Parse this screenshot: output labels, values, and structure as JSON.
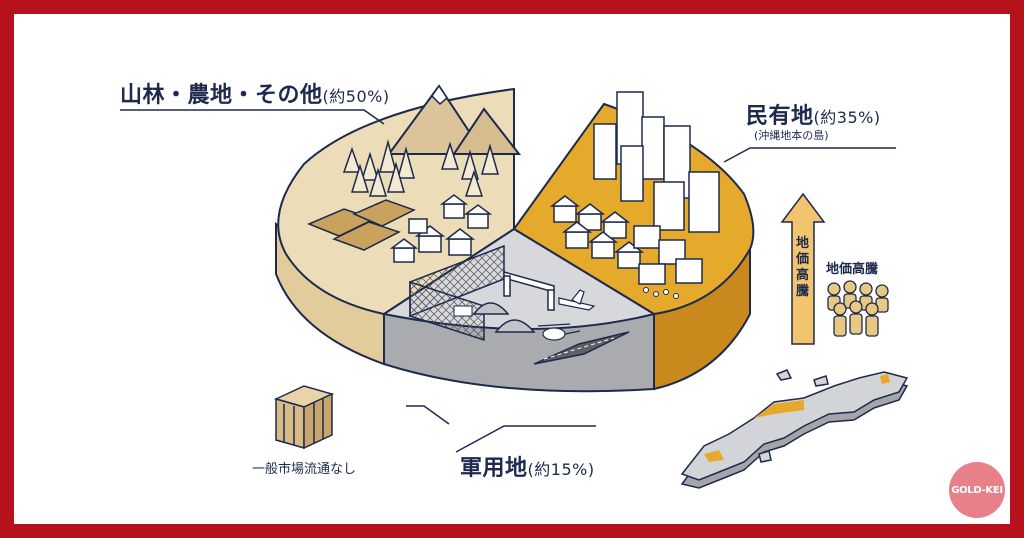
{
  "labels": {
    "forest": {
      "main": "山林・農地・その他",
      "pct": "(約50%)"
    },
    "private": {
      "main": "民有地",
      "pct": "(約35%)",
      "sub": "(沖縄地本の島)"
    },
    "military": {
      "main": "軍用地",
      "pct": "(約15%)"
    },
    "no_market": "一般市場流通なし",
    "price_rise_vertical": "地価高騰",
    "price_rise_people": "地価高騰"
  },
  "pie_segments": [
    {
      "name": "山林・農地・その他",
      "share": 50,
      "color": "#ecdcb8"
    },
    {
      "name": "民有地",
      "share": 35,
      "color": "#e5a92c"
    },
    {
      "name": "軍用地",
      "share": 15,
      "color": "#c9c9cb"
    }
  ],
  "logo": "GOLD-KEI",
  "colors": {
    "border": "#b5121b",
    "ink": "#1d2a4d",
    "accent": "#e5a92c",
    "arrow": "#f2c46d"
  },
  "icons": [
    "mountain-icon",
    "tree-icon",
    "house-icon",
    "building-icon",
    "fence-icon",
    "airplane-icon",
    "helicopter-icon",
    "crate-icon",
    "people-icon",
    "arrow-up-icon",
    "okinawa-map-icon"
  ]
}
